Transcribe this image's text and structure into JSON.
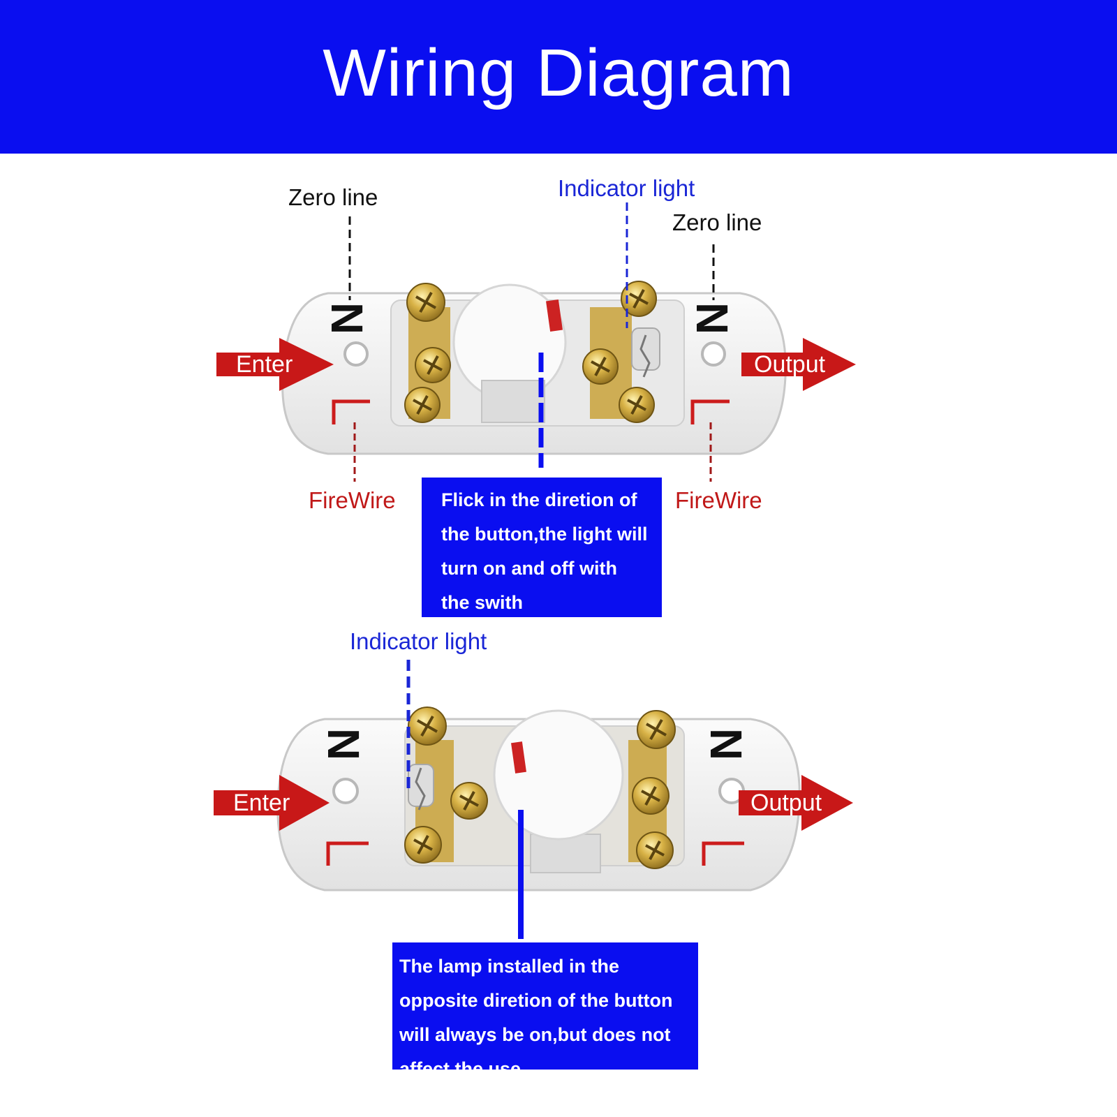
{
  "title": "Wiring Diagram",
  "colors": {
    "banner": "#0a0ef0",
    "arrow": "#c81818",
    "neutral_label": "#111111",
    "indicator_label": "#1a26d6",
    "firewire_label": "#c01818",
    "switch_body": "#f4f4f4",
    "brass": "#c9a23a"
  },
  "top_switch": {
    "zero_line_left": "Zero line",
    "zero_line_right": "Zero line",
    "indicator_light": "Indicator light",
    "firewire_left": "FireWire",
    "firewire_right": "FireWire",
    "enter": "Enter",
    "output": "Output",
    "n_left": "N",
    "n_right": "N",
    "note": "Flick in the diretion of the button,the light will turn on and off with the swith"
  },
  "bottom_switch": {
    "indicator_light": "Indicator light",
    "enter": "Enter",
    "output": "Output",
    "n_left": "N",
    "n_right": "N",
    "note": "The lamp installed in the opposite diretion of the button will always be on,but does not affect the use"
  }
}
